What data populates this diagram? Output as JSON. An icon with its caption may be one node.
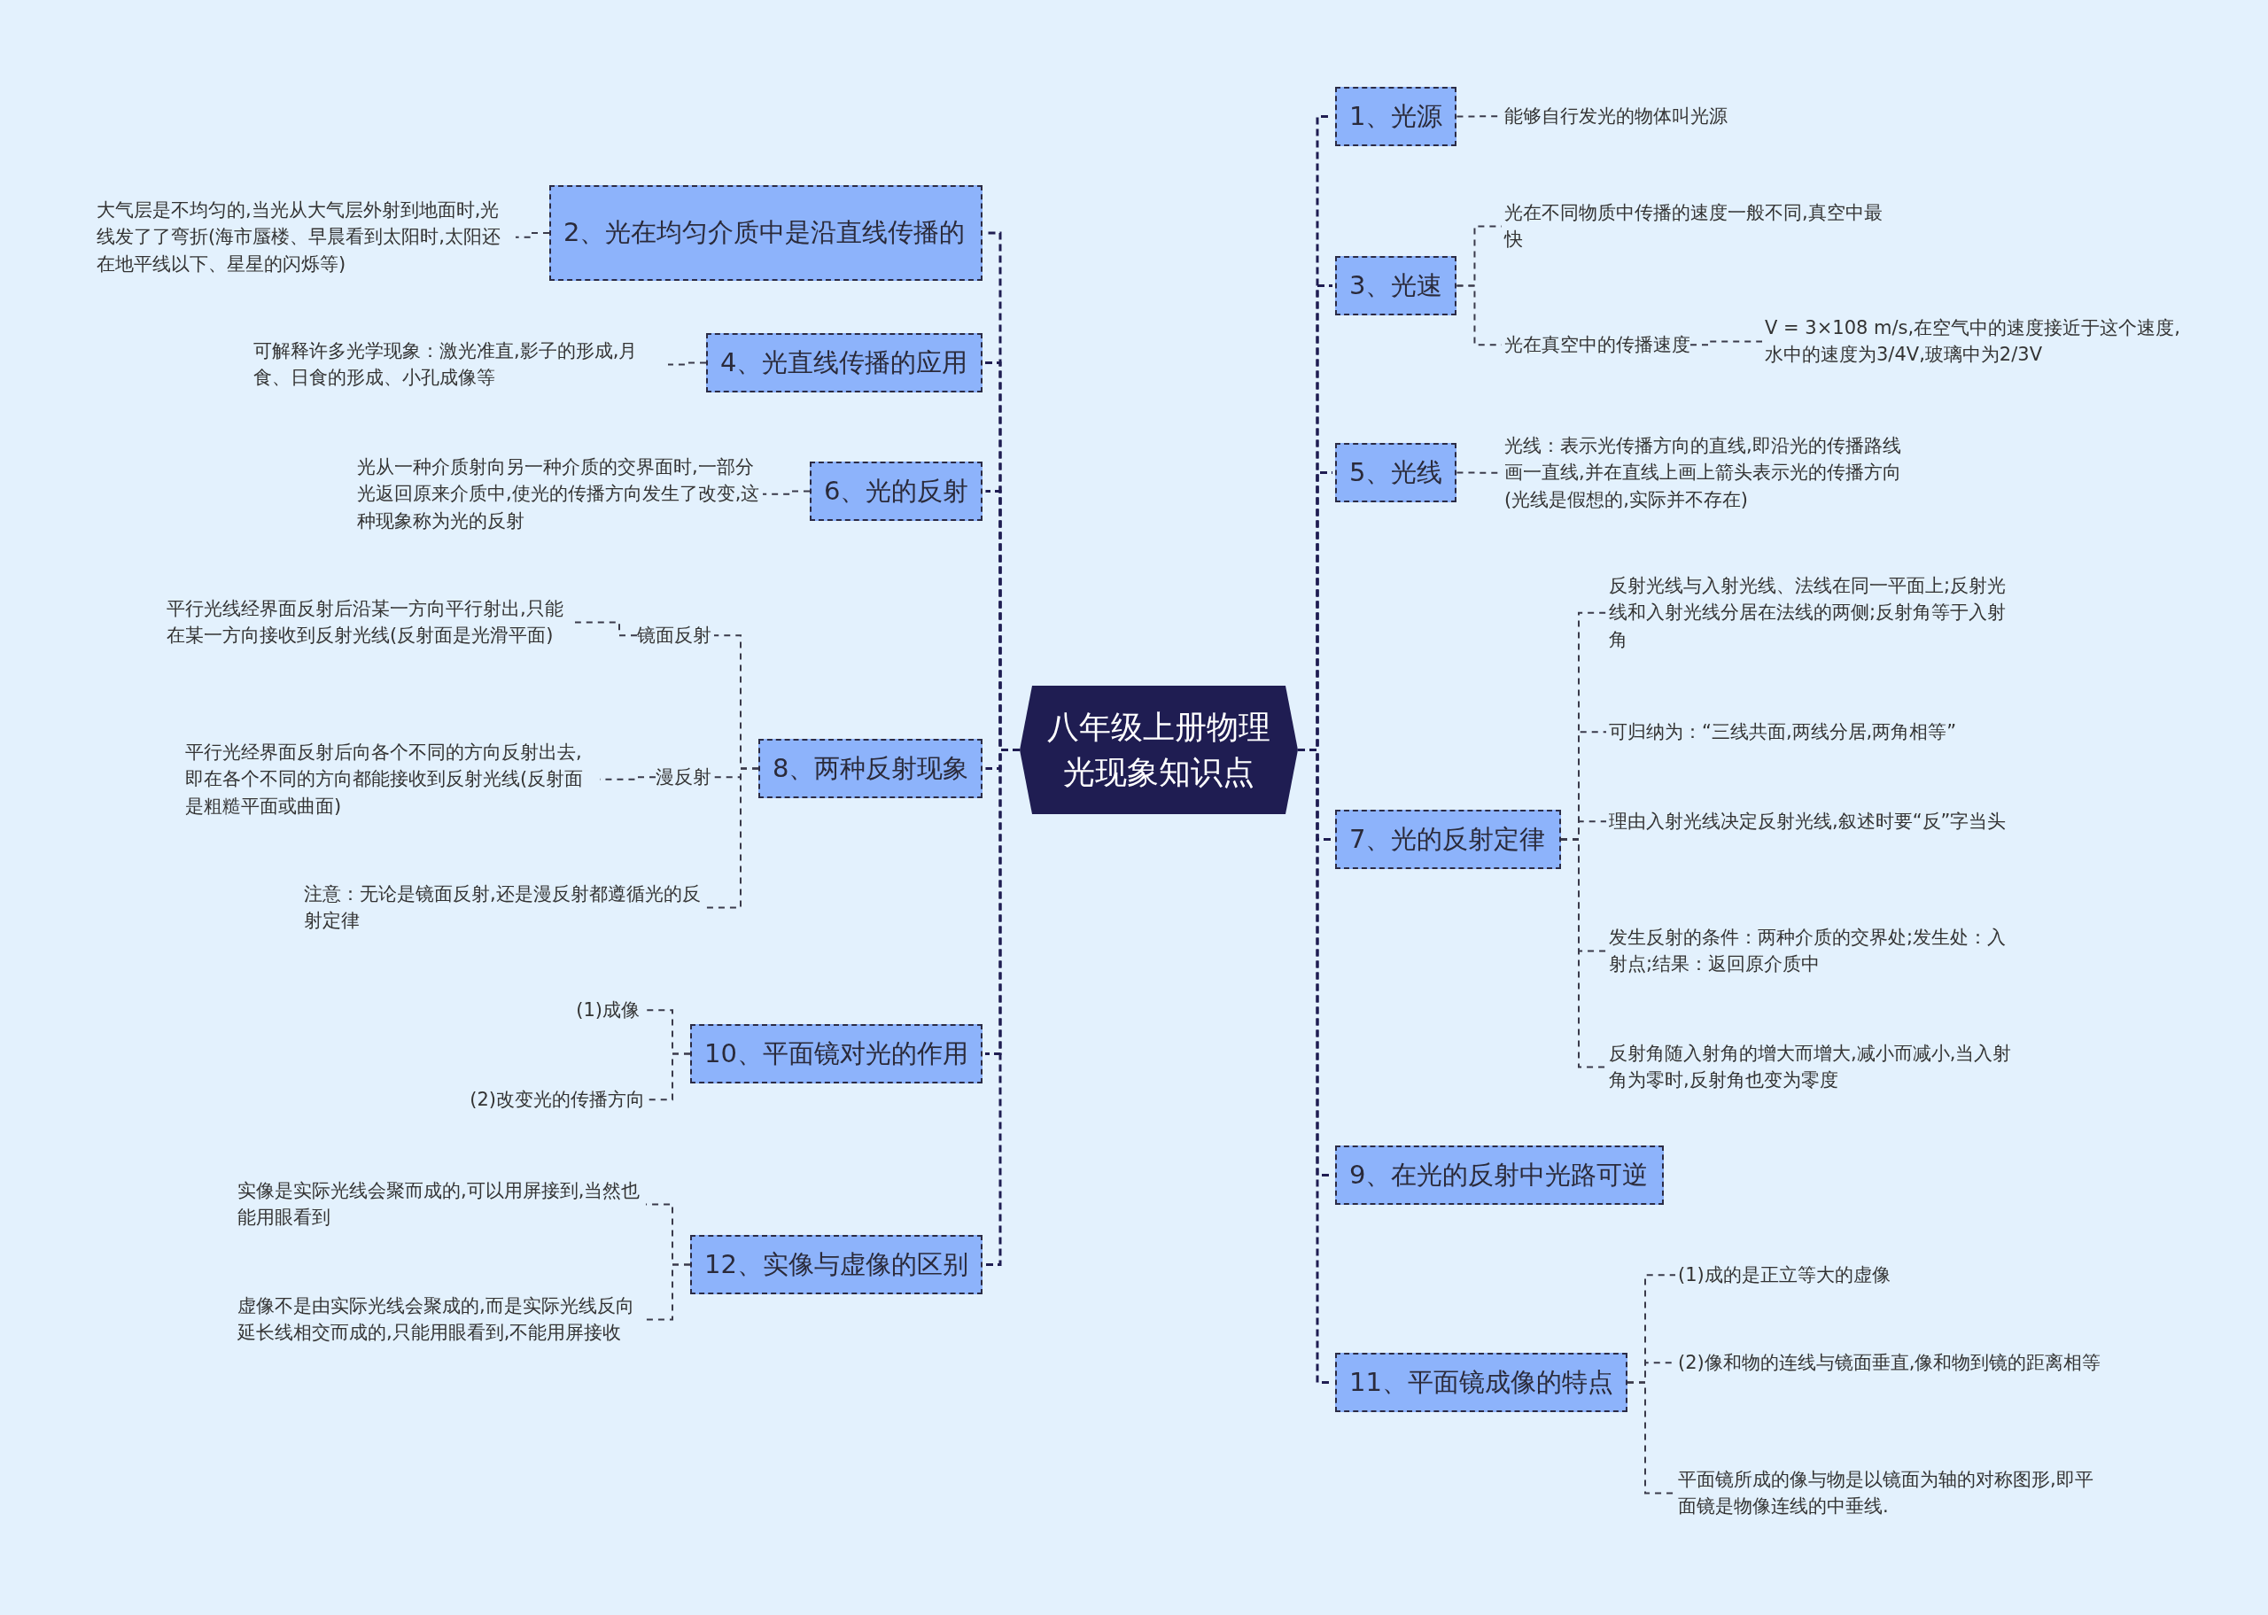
{
  "diagram": {
    "nodes": [
      {
        "text": [
          "八年级上册物理光现象知识点"
        ]
      },
      {
        "text": [
          "1、光源"
        ]
      },
      {
        "text": [
          "能够自行发光的物体叫光源"
        ]
      },
      {
        "text": [
          "2、光在均匀介质中是沿直线传播的"
        ]
      },
      {
        "text": [
          "大气层是不均匀的,当光从大气层外射到地面时,光线发了了弯折(海市蜃楼、早晨看到太阳时,太阳还在地平线以下、星星的闪烁等)"
        ]
      },
      {
        "text": [
          "3、光速"
        ]
      },
      {
        "text": [
          "光在不同物质中传播的速度一般不同,真空中最快"
        ]
      },
      {
        "text": [
          "光在真空中的传播速度"
        ]
      },
      {
        "text": [
          "V = 3×108 m/s,在空气中的速度接近于这个速度,水中的速度为3/4V,玻璃中为2/3V"
        ]
      },
      {
        "text": [
          "4、光直线传播的应用"
        ]
      },
      {
        "text": [
          "可解释许多光学现象：激光准直,影子的形成,月食、日食的形成、小孔成像等"
        ]
      },
      {
        "text": [
          "5、光线"
        ]
      },
      {
        "text": [
          "光线：表示光传播方向的直线,即沿光的传播路线画一直线,并在直线上画上箭头表示光的传播方向(光线是假想的,实际并不存在)"
        ]
      },
      {
        "text": [
          "6、光的反射"
        ]
      },
      {
        "text": [
          "光从一种介质射向另一种介质的交界面时,一部分光返回原来介质中,使光的传播方向发生了改变,这种现象称为光的反射"
        ]
      },
      {
        "text": [
          "7、光的反射定律"
        ]
      },
      {
        "text": [
          "反射光线与入射光线、法线在同一平面上;反射光线和入射光线分居在法线的两侧;反射角等于入射角"
        ]
      },
      {
        "text": [
          "可归纳为：“三线共面,两线分居,两角相等”"
        ]
      },
      {
        "text": [
          "理由入射光线决定反射光线,叙述时要“反”字当头"
        ]
      },
      {
        "text": [
          "发生反射的条件：两种介质的交界处;发生处：入射点;结果：返回原介质中"
        ]
      },
      {
        "text": [
          "反射角随入射角的增大而增大,减小而减小,当入射角为零时,反射角也变为零度"
        ]
      },
      {
        "text": [
          "8、两种反射现象"
        ]
      },
      {
        "text": [
          "镜面反射"
        ]
      },
      {
        "text": [
          "平行光线经界面反射后沿某一方向平行射出,只能在某一方向接收到反射光线(反射面是光滑平面)"
        ]
      },
      {
        "text": [
          "漫反射"
        ]
      },
      {
        "text": [
          "平行光经界面反射后向各个不同的方向反射出去,即在各个不同的方向都能接收到反射光线(反射面是粗糙平面或曲面)"
        ]
      },
      {
        "text": [
          "注意：无论是镜面反射,还是漫反射都遵循光的反射定律"
        ]
      },
      {
        "text": [
          "9、在光的反射中光路可逆"
        ]
      },
      {
        "text": [
          "10、平面镜对光的作用"
        ]
      },
      {
        "text": [
          "(1)成像"
        ]
      },
      {
        "text": [
          "(2)改变光的传播方向"
        ]
      },
      {
        "text": [
          "11、平面镜成像的特点"
        ]
      },
      {
        "text": [
          "(1)成的是正立等大的虚像"
        ]
      },
      {
        "text": [
          "(2)像和物的连线与镜面垂直,像和物到镜的距离相等"
        ]
      },
      {
        "text": [
          "平面镜所成的像与物是以镜面为轴的对称图形,即平面镜是物像连线的中垂线."
        ]
      },
      {
        "text": [
          "12、实像与虚像的区别"
        ]
      },
      {
        "text": [
          "实像是实际光线会聚而成的,可以用屏接到,当然也能用眼看到"
        ]
      },
      {
        "text": [
          "虚像不是由实际光线会聚成的,而是实际光线反向延长线相交而成的,只能用眼看到,不能用屏接收"
        ]
      }
    ],
    "edges": [
      {
        "from": 0,
        "to": 1,
        "arrow": "none"
      },
      {
        "from": 0,
        "to": 3,
        "arrow": "none"
      },
      {
        "from": 0,
        "to": 5,
        "arrow": "none"
      },
      {
        "from": 0,
        "to": 9,
        "arrow": "none"
      },
      {
        "from": 0,
        "to": 11,
        "arrow": "none"
      },
      {
        "from": 0,
        "to": 13,
        "arrow": "none"
      },
      {
        "from": 0,
        "to": 15,
        "arrow": "none"
      },
      {
        "from": 0,
        "to": 21,
        "arrow": "none"
      },
      {
        "from": 0,
        "to": 27,
        "arrow": "none"
      },
      {
        "from": 0,
        "to": 28,
        "arrow": "none"
      },
      {
        "from": 0,
        "to": 31,
        "arrow": "none"
      },
      {
        "from": 0,
        "to": 35,
        "arrow": "none"
      },
      {
        "from": 1,
        "to": 2,
        "arrow": "none"
      },
      {
        "from": 3,
        "to": 4,
        "arrow": "none"
      },
      {
        "from": 5,
        "to": 6,
        "arrow": "none"
      },
      {
        "from": 5,
        "to": 7,
        "arrow": "none"
      },
      {
        "from": 7,
        "to": 8,
        "arrow": "none"
      },
      {
        "from": 9,
        "to": 10,
        "arrow": "none"
      },
      {
        "from": 11,
        "to": 12,
        "arrow": "none"
      },
      {
        "from": 13,
        "to": 14,
        "arrow": "none"
      },
      {
        "from": 15,
        "to": 16,
        "arrow": "none"
      },
      {
        "from": 15,
        "to": 17,
        "arrow": "none"
      },
      {
        "from": 15,
        "to": 18,
        "arrow": "none"
      },
      {
        "from": 15,
        "to": 19,
        "arrow": "none"
      },
      {
        "from": 15,
        "to": 20,
        "arrow": "none"
      },
      {
        "from": 21,
        "to": 22,
        "arrow": "none"
      },
      {
        "from": 22,
        "to": 23,
        "arrow": "none"
      },
      {
        "from": 21,
        "to": 24,
        "arrow": "none"
      },
      {
        "from": 24,
        "to": 25,
        "arrow": "none"
      },
      {
        "from": 21,
        "to": 26,
        "arrow": "none"
      },
      {
        "from": 28,
        "to": 29,
        "arrow": "none"
      },
      {
        "from": 28,
        "to": 30,
        "arrow": "none"
      },
      {
        "from": 31,
        "to": 32,
        "arrow": "none"
      },
      {
        "from": 31,
        "to": 33,
        "arrow": "none"
      },
      {
        "from": 31,
        "to": 34,
        "arrow": "none"
      },
      {
        "from": 35,
        "to": 36,
        "arrow": "none"
      },
      {
        "from": 35,
        "to": 37,
        "arrow": "none"
      }
    ]
  }
}
